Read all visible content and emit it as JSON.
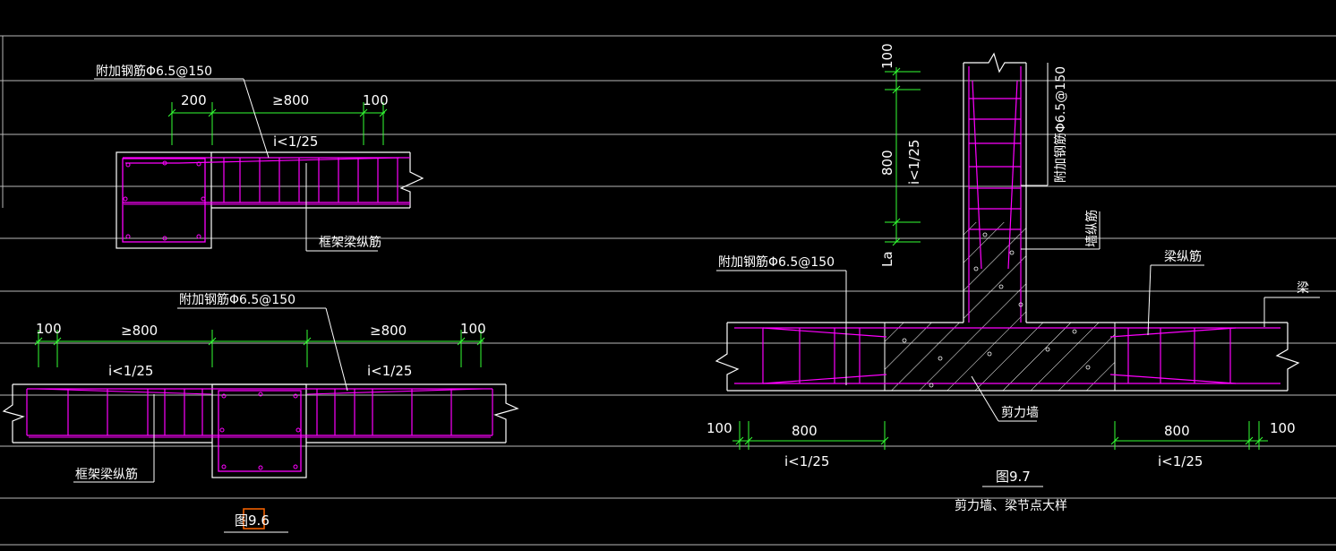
{
  "colors": {
    "background": "#000000",
    "line": "#ffffff",
    "rebar": "#ff00ff",
    "dimension": "#33ff33",
    "highlight": "#ff6600"
  },
  "fig96": {
    "upper": {
      "rebar_label": "附加钢筋Φ6.5@150",
      "dim_200": "200",
      "dim_800": "≥800",
      "dim_100": "100",
      "slope": "i<1/25",
      "beam_label": "框架梁纵筋"
    },
    "lower": {
      "rebar_label": "附加钢筋Φ6.5@150",
      "dim_100_left": "100",
      "dim_800_left": "≥800",
      "dim_800_right": "≥800",
      "dim_100_right": "100",
      "slope_left": "i<1/25",
      "slope_right": "i<1/25",
      "beam_label": "框架梁纵筋"
    },
    "caption_prefix": "图9",
    "caption_highlight": ".6"
  },
  "fig97": {
    "dim_100_top": "100",
    "dim_800_vertical": "800",
    "slope_vertical": "i<1/25",
    "la_label": "La",
    "wall_rebar_label": "附加钢筋Φ6.5@150",
    "wall_vertical_label": "墙纵筋",
    "rebar_label": "附加钢筋Φ6.5@150",
    "beam_rebar_label": "梁纵筋",
    "beam_label": "梁",
    "shear_wall_label": "剪力墙",
    "dim_100_left": "100",
    "dim_800_left": "800",
    "slope_left": "i<1/25",
    "dim_800_right": "800",
    "dim_100_right": "100",
    "slope_right": "i<1/25",
    "caption": "图9.7",
    "subcaption": "剪力墙、梁节点大样"
  }
}
